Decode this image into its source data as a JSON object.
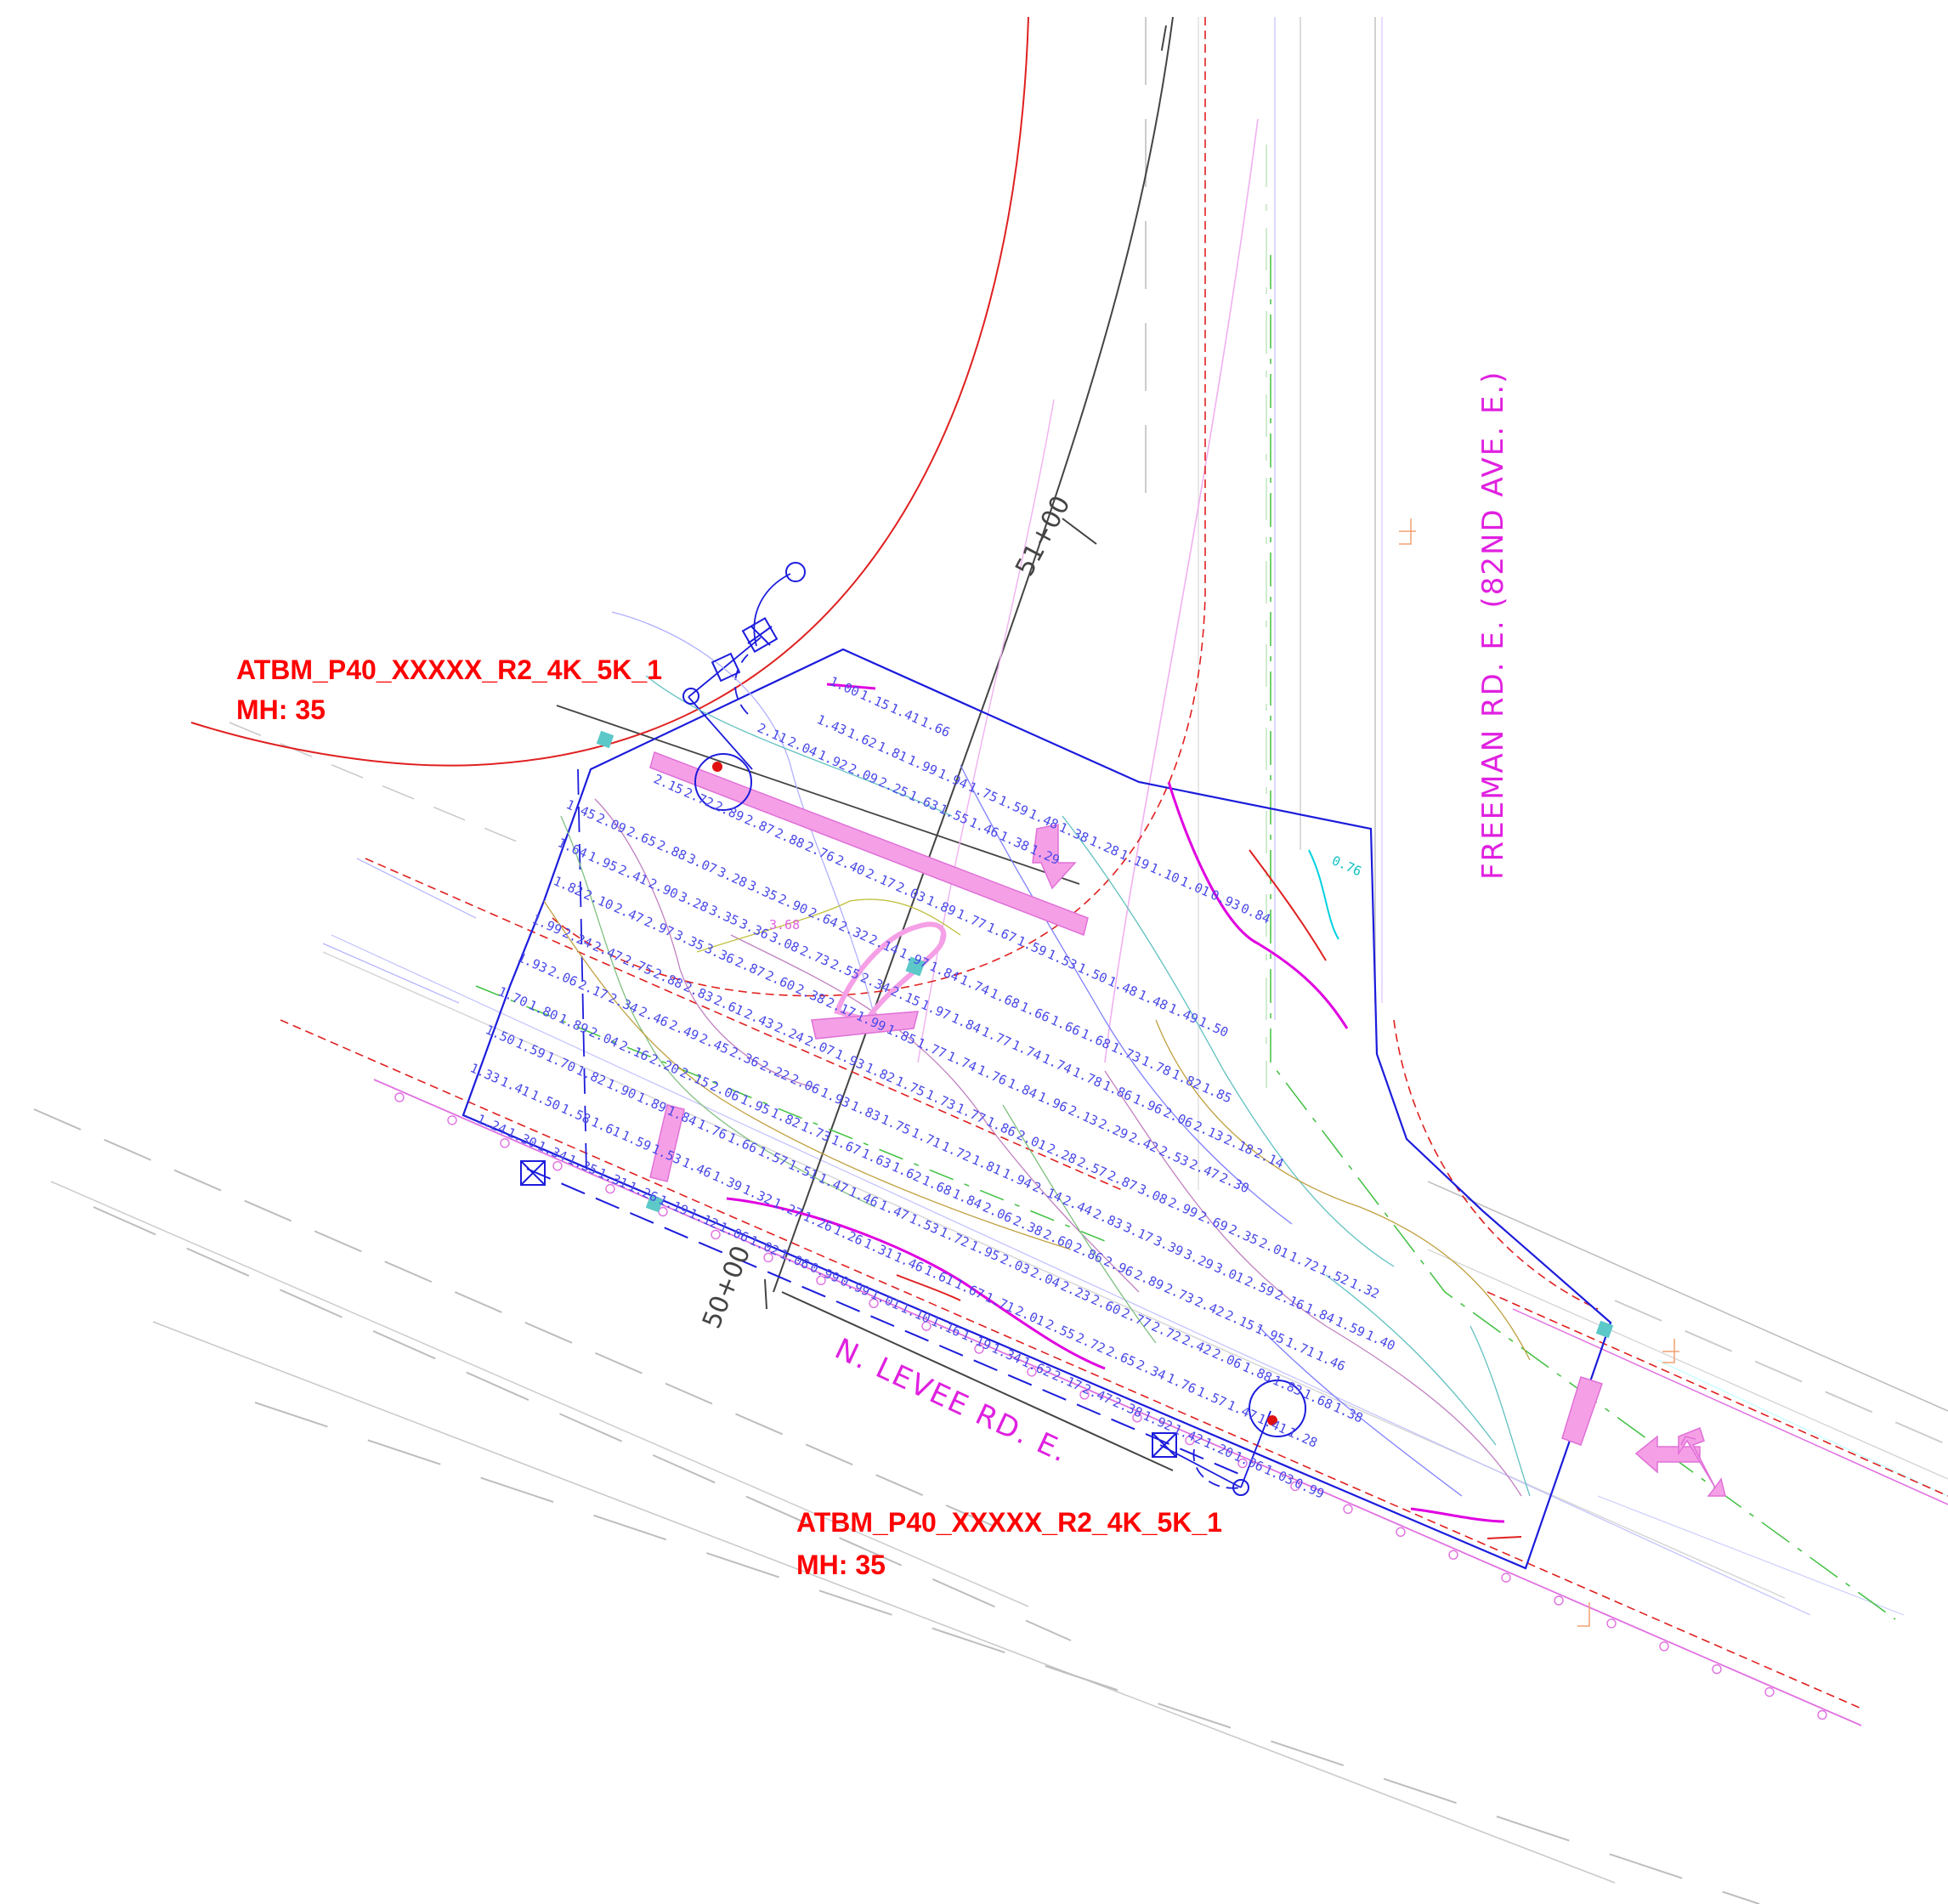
{
  "title_labels": [
    {
      "name": "ATBM_P40_XXXXX_R2_4K_5K_1",
      "mh": "MH: 35"
    },
    {
      "name": "ATBM_P40_XXXXX_R2_4K_5K_1",
      "mh": "MH: 35"
    }
  ],
  "roads": {
    "freeman": "FREEMAN RD. E. (82ND AVE. E.)",
    "levee": "N. LEVEE RD. E."
  },
  "stations": {
    "upper": "51+00",
    "lower": "50+00"
  },
  "spot_elevations": {
    "highlight": "3.68",
    "cyan": "0.76",
    "rows": [
      [
        "1.00",
        "1.15",
        "1.41",
        "1.66"
      ],
      [
        "1.43",
        "1.62",
        "1.81",
        "1.99",
        "1.94",
        "1.75",
        "1.59",
        "1.48",
        "1.38",
        "1.28",
        "1.19",
        "1.10",
        "1.01",
        "0.93",
        "0.84"
      ],
      [
        "2.11",
        "2.04",
        "1.92",
        "2.09",
        "2.25",
        "1.63",
        "1.55",
        "1.46",
        "1.38",
        "1.29"
      ],
      [
        "2.15",
        "2.72",
        "2.89",
        "2.87",
        "2.88",
        "2.76",
        "2.40",
        "2.17",
        "2.03",
        "1.89",
        "1.77",
        "1.67",
        "1.59",
        "1.53",
        "1.50",
        "1.48",
        "1.48",
        "1.49",
        "1.50"
      ],
      [
        "1.45",
        "2.09",
        "2.65",
        "2.88",
        "3.07",
        "3.28",
        "3.35",
        "2.90",
        "2.64",
        "2.32",
        "2.14",
        "1.97",
        "1.84",
        "1.74",
        "1.68",
        "1.66",
        "1.66",
        "1.68",
        "1.73",
        "1.78",
        "1.82",
        "1.85"
      ],
      [
        "1.64",
        "1.95",
        "2.41",
        "2.90",
        "3.28",
        "3.35",
        "3.36",
        "3.08",
        "2.73",
        "2.55",
        "2.34",
        "2.15",
        "1.97",
        "1.84",
        "1.77",
        "1.74",
        "1.74",
        "1.78",
        "1.86",
        "1.96",
        "2.06",
        "2.13",
        "2.18",
        "2.14"
      ],
      [
        "1.82",
        "2.10",
        "2.47",
        "2.97",
        "3.35",
        "3.36",
        "2.87",
        "2.60",
        "2.38",
        "2.17",
        "1.99",
        "1.85",
        "1.77",
        "1.74",
        "1.76",
        "1.84",
        "1.96",
        "2.13",
        "2.29",
        "2.42",
        "2.53",
        "2.47",
        "2.30"
      ],
      [
        "1.99",
        "2.24",
        "2.47",
        "2.75",
        "2.88",
        "2.83",
        "2.61",
        "2.43",
        "2.24",
        "2.07",
        "1.93",
        "1.82",
        "1.75",
        "1.73",
        "1.77",
        "1.86",
        "2.01",
        "2.28",
        "2.57",
        "2.87",
        "3.08",
        "2.99",
        "2.69",
        "2.35",
        "2.01",
        "1.72",
        "1.52",
        "1.32"
      ],
      [
        "1.93",
        "2.06",
        "2.17",
        "2.34",
        "2.46",
        "2.49",
        "2.45",
        "2.36",
        "2.22",
        "2.06",
        "1.93",
        "1.83",
        "1.75",
        "1.71",
        "1.72",
        "1.81",
        "1.94",
        "2.14",
        "2.44",
        "2.83",
        "3.17",
        "3.39",
        "3.29",
        "3.01",
        "2.59",
        "2.16",
        "1.84",
        "1.59",
        "1.40"
      ],
      [
        "1.70",
        "1.80",
        "1.89",
        "2.04",
        "2.16",
        "2.20",
        "2.15",
        "2.06",
        "1.95",
        "1.82",
        "1.73",
        "1.67",
        "1.63",
        "1.62",
        "1.68",
        "1.84",
        "2.06",
        "2.38",
        "2.60",
        "2.86",
        "2.96",
        "2.89",
        "2.73",
        "2.42",
        "2.15",
        "1.95",
        "1.71",
        "1.46"
      ],
      [
        "1.50",
        "1.59",
        "1.70",
        "1.82",
        "1.90",
        "1.89",
        "1.84",
        "1.76",
        "1.66",
        "1.57",
        "1.51",
        "1.47",
        "1.46",
        "1.47",
        "1.53",
        "1.72",
        "1.95",
        "2.03",
        "2.04",
        "2.23",
        "2.60",
        "2.77",
        "2.72",
        "2.42",
        "2.06",
        "1.88",
        "1.83",
        "1.68",
        "1.38"
      ],
      [
        "1.33",
        "1.41",
        "1.50",
        "1.58",
        "1.61",
        "1.59",
        "1.53",
        "1.46",
        "1.39",
        "1.32",
        "1.27",
        "1.26",
        "1.26",
        "1.31",
        "1.46",
        "1.61",
        "1.67",
        "1.71",
        "2.01",
        "2.55",
        "2.72",
        "2.65",
        "2.34",
        "1.76",
        "1.57",
        "1.47",
        "1.41",
        "1.28"
      ],
      [
        "1.24",
        "1.30",
        "1.34",
        "1.35",
        "1.31",
        "1.26",
        "1.19",
        "1.12",
        "1.06",
        "1.02",
        "1.06",
        "0.99",
        "0.99",
        "1.01",
        "1.10",
        "1.16",
        "1.19",
        "1.34",
        "1.62",
        "2.17",
        "2.47",
        "2.38",
        "1.92",
        "1.42",
        "1.20",
        "1.06",
        "1.03",
        "0.99"
      ]
    ]
  }
}
